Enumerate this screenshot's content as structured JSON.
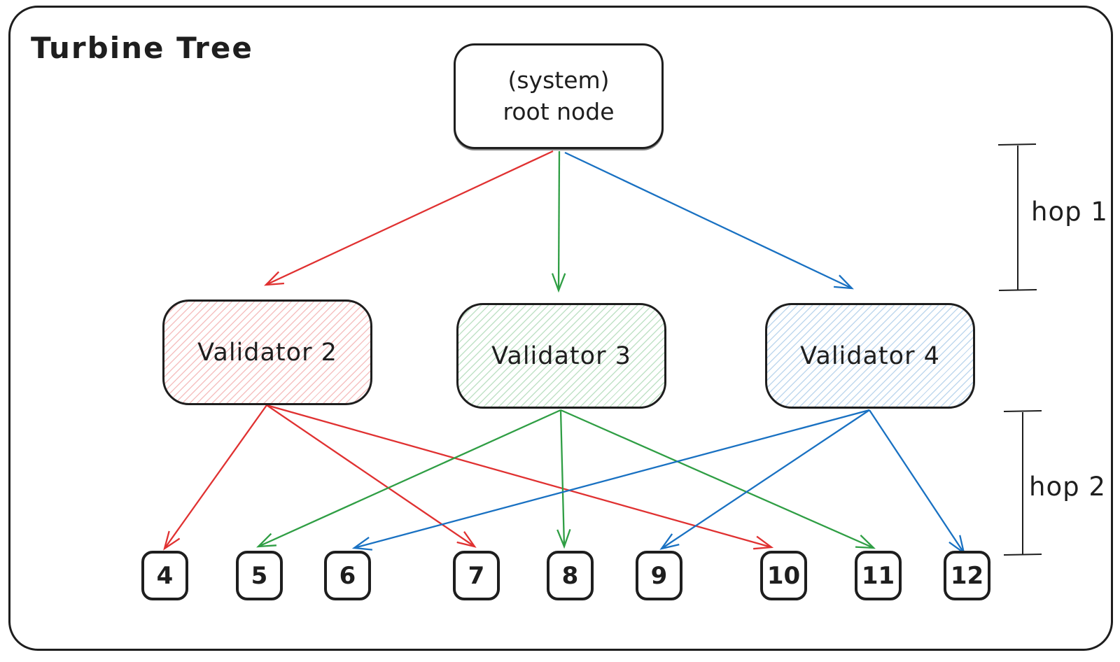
{
  "title": "Turbine Tree",
  "colors": {
    "ink": "#1e1e1e",
    "red": "#e03131",
    "green": "#2f9e44",
    "blue": "#1971c2",
    "red_fill_tint": "rgba(224,49,49,0.30)",
    "green_fill_tint": "rgba(47,158,68,0.30)",
    "blue_fill_tint": "rgba(25,113,194,0.28)"
  },
  "root": {
    "line1": "(system)",
    "line2": "root node"
  },
  "validators": [
    {
      "label": "Validator 2",
      "color": "#e03131",
      "fill": "hachure-red"
    },
    {
      "label": "Validator 3",
      "color": "#2f9e44",
      "fill": "hachure-green"
    },
    {
      "label": "Validator 4",
      "color": "#1971c2",
      "fill": "hachure-blue"
    }
  ],
  "leaves": [
    "4",
    "5",
    "6",
    "7",
    "8",
    "9",
    "10",
    "11",
    "12"
  ],
  "hops": [
    {
      "label": "hop 1"
    },
    {
      "label": "hop 2"
    }
  ],
  "edges": {
    "hop1": [
      {
        "from": "root node",
        "to": "Validator 2",
        "color": "#e03131"
      },
      {
        "from": "root node",
        "to": "Validator 3",
        "color": "#2f9e44"
      },
      {
        "from": "root node",
        "to": "Validator 4",
        "color": "#1971c2"
      }
    ],
    "hop2": [
      {
        "from": "Validator 2",
        "to": [
          "4",
          "7",
          "10"
        ],
        "color": "#e03131"
      },
      {
        "from": "Validator 3",
        "to": [
          "5",
          "8",
          "11"
        ],
        "color": "#2f9e44"
      },
      {
        "from": "Validator 4",
        "to": [
          "6",
          "9",
          "12"
        ],
        "color": "#1971c2"
      }
    ]
  }
}
